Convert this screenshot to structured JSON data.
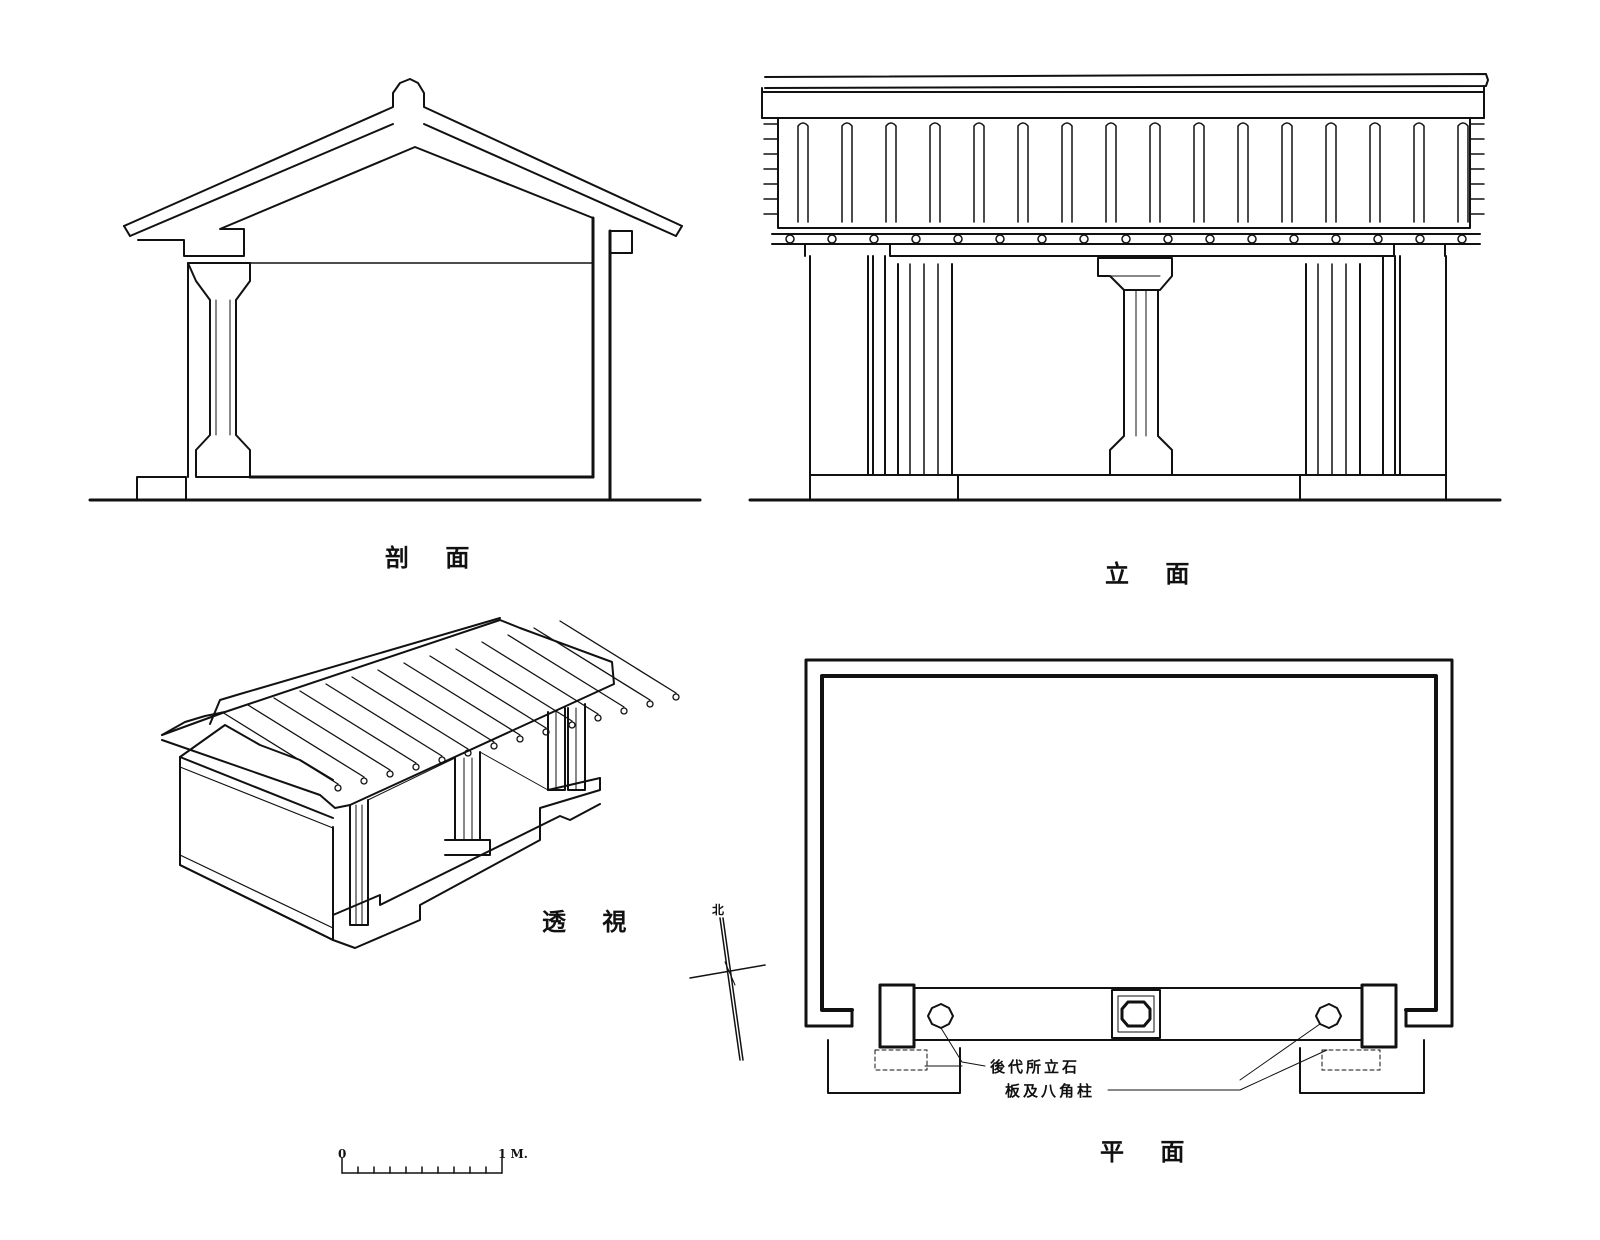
{
  "labels": {
    "section": "剖 面",
    "elevation": "立 面",
    "perspective": "透 視",
    "plan": "平 面",
    "north": "北",
    "note_line1": "後代所立石",
    "note_line2": "板及八角柱",
    "scale_start": "0",
    "scale_end": "1 M."
  }
}
